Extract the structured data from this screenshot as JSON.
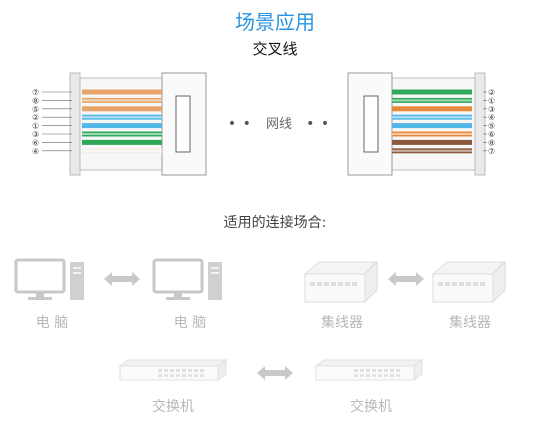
{
  "header": {
    "title": "场景应用",
    "subtitle": "交叉线"
  },
  "cable": {
    "label": "网线",
    "dots_left": "• •",
    "dots_right": "• •",
    "left_pins": [
      "⑦",
      "⑧",
      "⑤",
      "②",
      "①",
      "③",
      "⑥",
      "④"
    ],
    "right_pins": [
      "②",
      "①",
      "③",
      "④",
      "⑤",
      "⑥",
      "⑧",
      "⑦"
    ],
    "left_wires": [
      "#e8a468",
      "#e8a468",
      "#e8a468",
      "#52b6e8",
      "#52b6e8",
      "#2fa85a",
      "#2fa85a",
      "#f2f0e6"
    ],
    "right_wires": [
      "#2fa85a",
      "#2fa85a",
      "#e88a3c",
      "#52b6e8",
      "#52b6e8",
      "#e88a3c",
      "#8b5a3c",
      "#8b5a3c"
    ]
  },
  "scenarios": {
    "title": "适用的连接场合:",
    "pc_left": "电  脑",
    "pc_right": "电  脑",
    "hub_left": "集线器",
    "hub_right": "集线器",
    "switch_left": "交换机",
    "switch_right": "交换机"
  }
}
